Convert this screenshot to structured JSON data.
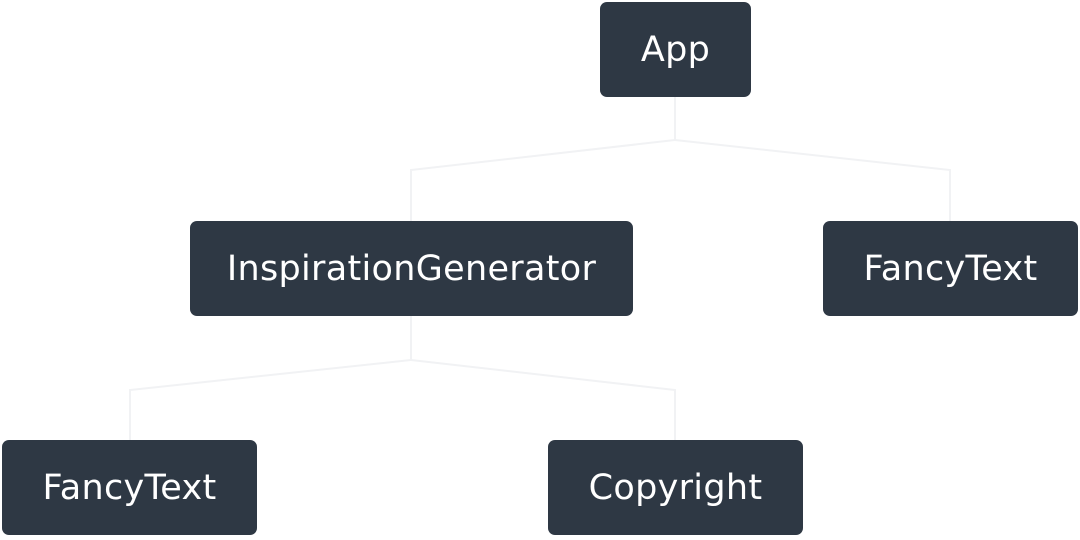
{
  "diagram": {
    "type": "component-tree",
    "nodes": [
      {
        "id": "app",
        "label": "App"
      },
      {
        "id": "inspiration",
        "label": "InspirationGenerator"
      },
      {
        "id": "fancytext-right",
        "label": "FancyText"
      },
      {
        "id": "fancytext-left",
        "label": "FancyText"
      },
      {
        "id": "copyright",
        "label": "Copyright"
      }
    ],
    "edges": [
      {
        "from": "app",
        "to": "inspiration"
      },
      {
        "from": "app",
        "to": "fancytext-right"
      },
      {
        "from": "inspiration",
        "to": "fancytext-left"
      },
      {
        "from": "inspiration",
        "to": "copyright"
      }
    ],
    "colors": {
      "node_fill": "#2e3844",
      "node_text": "#ffffff",
      "background": "#ffffff",
      "connector": "#f1f2f4"
    }
  }
}
